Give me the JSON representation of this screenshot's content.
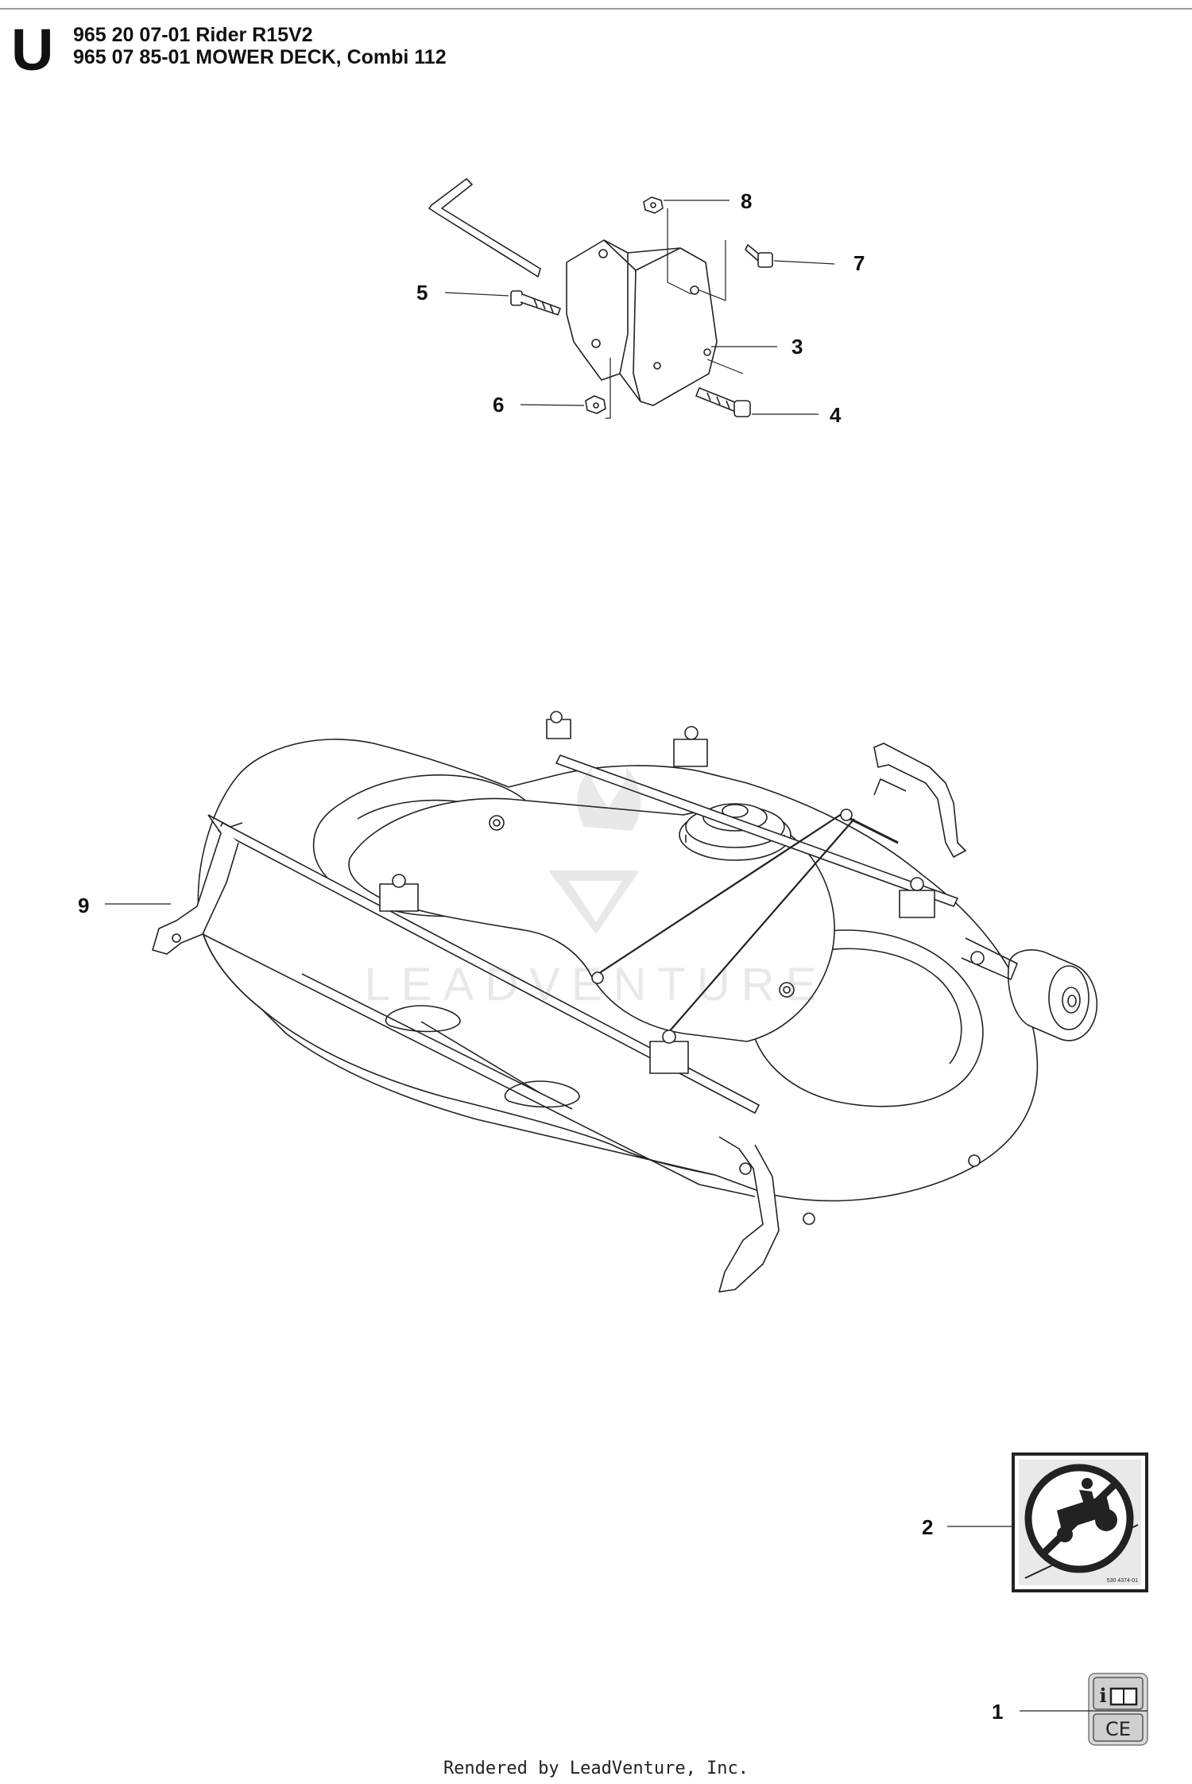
{
  "header": {
    "section_letter": "U",
    "line1": "965 20 07-01 Rider R15V2",
    "line2": "965 07 85-01 MOWER DECK, Combi 112"
  },
  "callouts": {
    "c1": "1",
    "c2": "2",
    "c3": "3",
    "c4": "4",
    "c5": "5",
    "c6": "6",
    "c7": "7",
    "c8": "8",
    "c9": "9"
  },
  "decal_2": {
    "code": "530 4374-01"
  },
  "decal_1": {
    "ce_mark": "CE",
    "info_mark": "i"
  },
  "watermark": {
    "text": "LEADVENTURE"
  },
  "footer": {
    "text": "Rendered by LeadVenture, Inc."
  }
}
